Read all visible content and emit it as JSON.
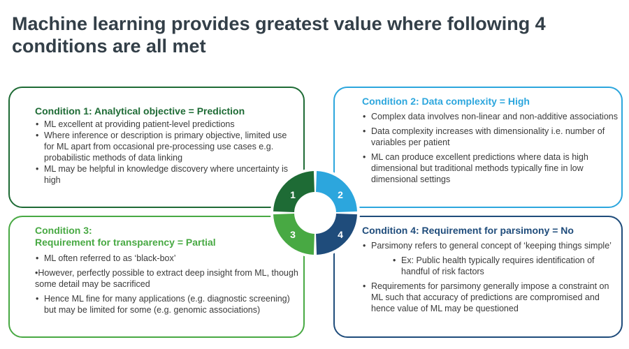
{
  "title": "Machine learning provides greatest value where following 4 conditions are all met",
  "conditions": [
    {
      "heading": "Condition 1: Analytical objective = Prediction",
      "bullets": [
        "ML excellent at providing patient-level predictions",
        "Where inference or description is primary objective, limited use for ML apart from occasional pre-processing use cases e.g. probabilistic methods of data linking",
        "ML may be helpful in knowledge discovery where uncertainty is high"
      ]
    },
    {
      "heading": "Condition 2: Data complexity = High",
      "bullets": [
        "Complex data involves non-linear and non-additive associations",
        "Data complexity increases with dimensionality i.e. number of variables per patient",
        "ML can produce excellent predictions where data is high dimensional but traditional methods typically fine in low dimensional settings"
      ]
    },
    {
      "heading_line1": "Condition 3:",
      "heading_line2": "Requirement for transparency = Partial",
      "bullets": [
        "ML often referred to as ‘black-box’",
        "•However, perfectly possible to extract deep insight from ML, though some detail may be sacrificed",
        "Hence ML fine for many applications (e.g. diagnostic screening) but may be limited for some (e.g. genomic associations)"
      ]
    },
    {
      "heading": "Condition 4: Requirement for parsimony = No",
      "bullets": [
        "Parsimony refers to general concept of ‘keeping things simple’",
        "Ex: Public health typically requires identification of handful of risk factors",
        "Requirements for parsimony generally impose a constraint on ML such that accuracy of predictions are compromised and hence value of ML may be questioned"
      ]
    }
  ],
  "donut": {
    "labels": [
      "1",
      "2",
      "3",
      "4"
    ],
    "colors": [
      "#1e6b35",
      "#2ca6dd",
      "#48a943",
      "#1f4c7b"
    ]
  }
}
